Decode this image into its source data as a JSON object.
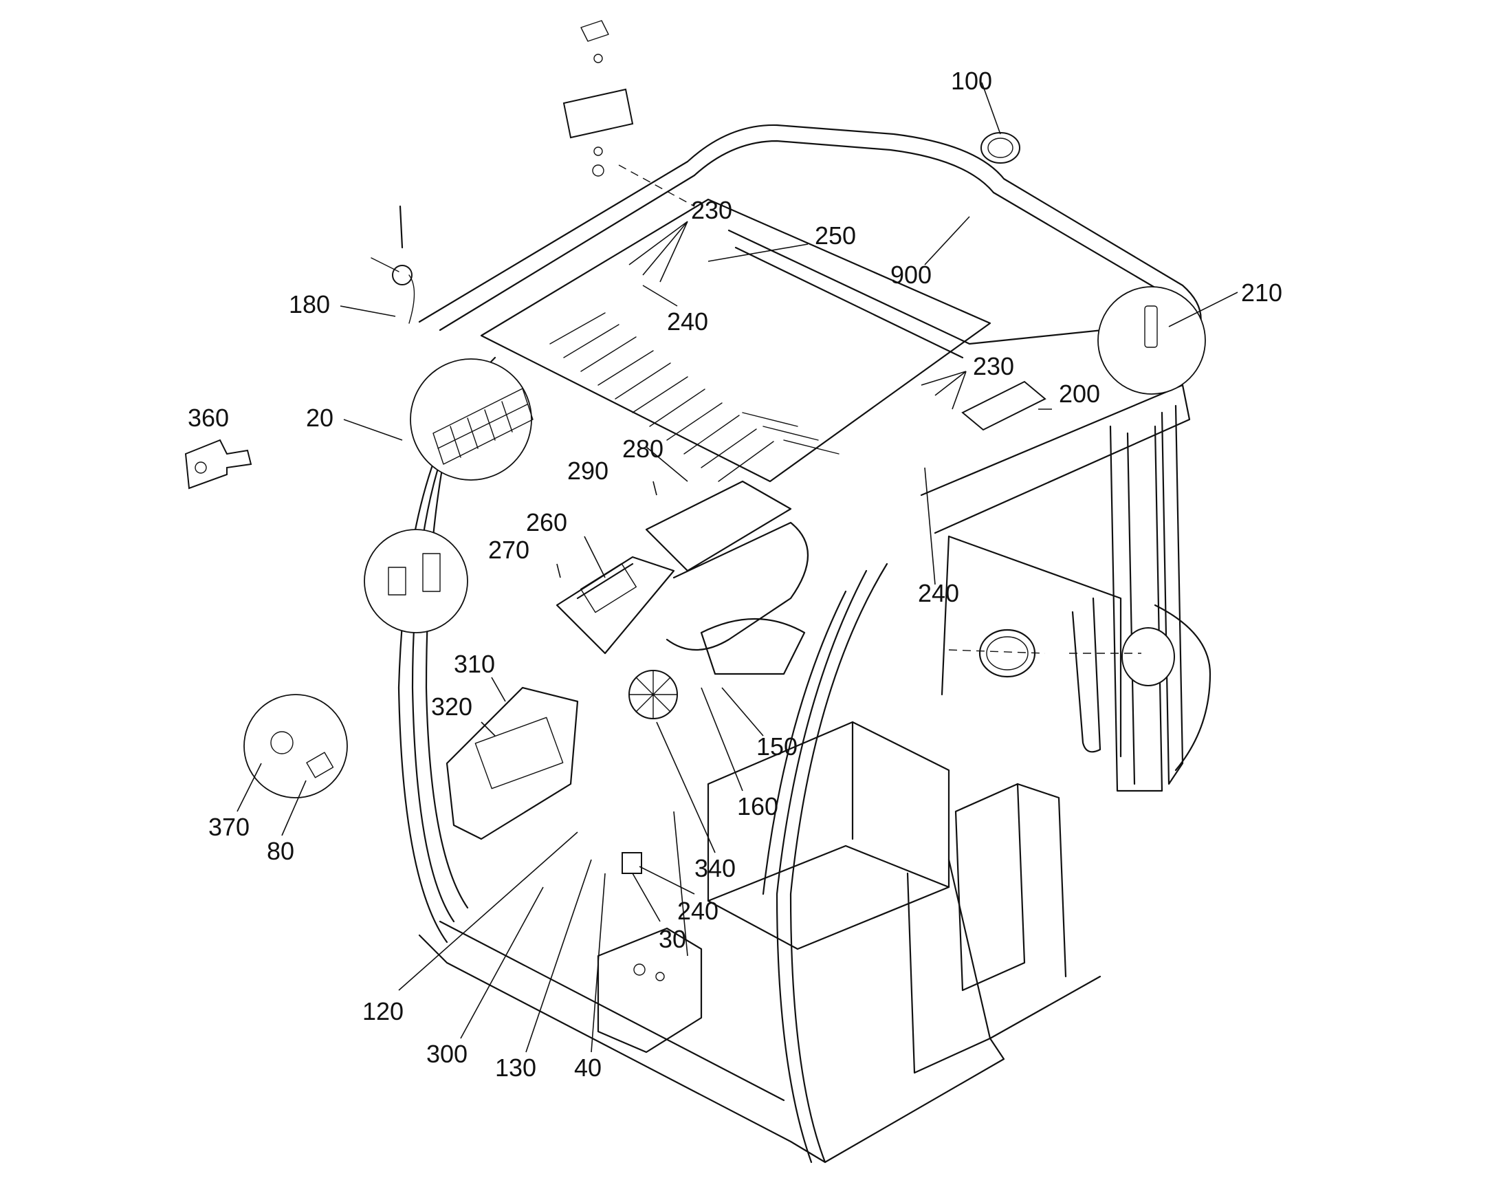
{
  "diagram": {
    "callouts": [
      {
        "id": "c100",
        "label": "100"
      },
      {
        "id": "c230a",
        "label": "230"
      },
      {
        "id": "c250",
        "label": "250"
      },
      {
        "id": "c900",
        "label": "900"
      },
      {
        "id": "c180",
        "label": "180"
      },
      {
        "id": "c240a",
        "label": "240"
      },
      {
        "id": "c210",
        "label": "210"
      },
      {
        "id": "c230b",
        "label": "230"
      },
      {
        "id": "c200",
        "label": "200"
      },
      {
        "id": "c360",
        "label": "360"
      },
      {
        "id": "c20",
        "label": "20"
      },
      {
        "id": "c280",
        "label": "280"
      },
      {
        "id": "c290",
        "label": "290"
      },
      {
        "id": "c260",
        "label": "260"
      },
      {
        "id": "c270",
        "label": "270"
      },
      {
        "id": "c240b",
        "label": "240"
      },
      {
        "id": "c310",
        "label": "310"
      },
      {
        "id": "c320",
        "label": "320"
      },
      {
        "id": "c150",
        "label": "150"
      },
      {
        "id": "c160",
        "label": "160"
      },
      {
        "id": "c370",
        "label": "370"
      },
      {
        "id": "c80",
        "label": "80"
      },
      {
        "id": "c340",
        "label": "340"
      },
      {
        "id": "c240c",
        "label": "240"
      },
      {
        "id": "c30",
        "label": "30"
      },
      {
        "id": "c120",
        "label": "120"
      },
      {
        "id": "c300",
        "label": "300"
      },
      {
        "id": "c130",
        "label": "130"
      },
      {
        "id": "c40",
        "label": "40"
      }
    ]
  }
}
